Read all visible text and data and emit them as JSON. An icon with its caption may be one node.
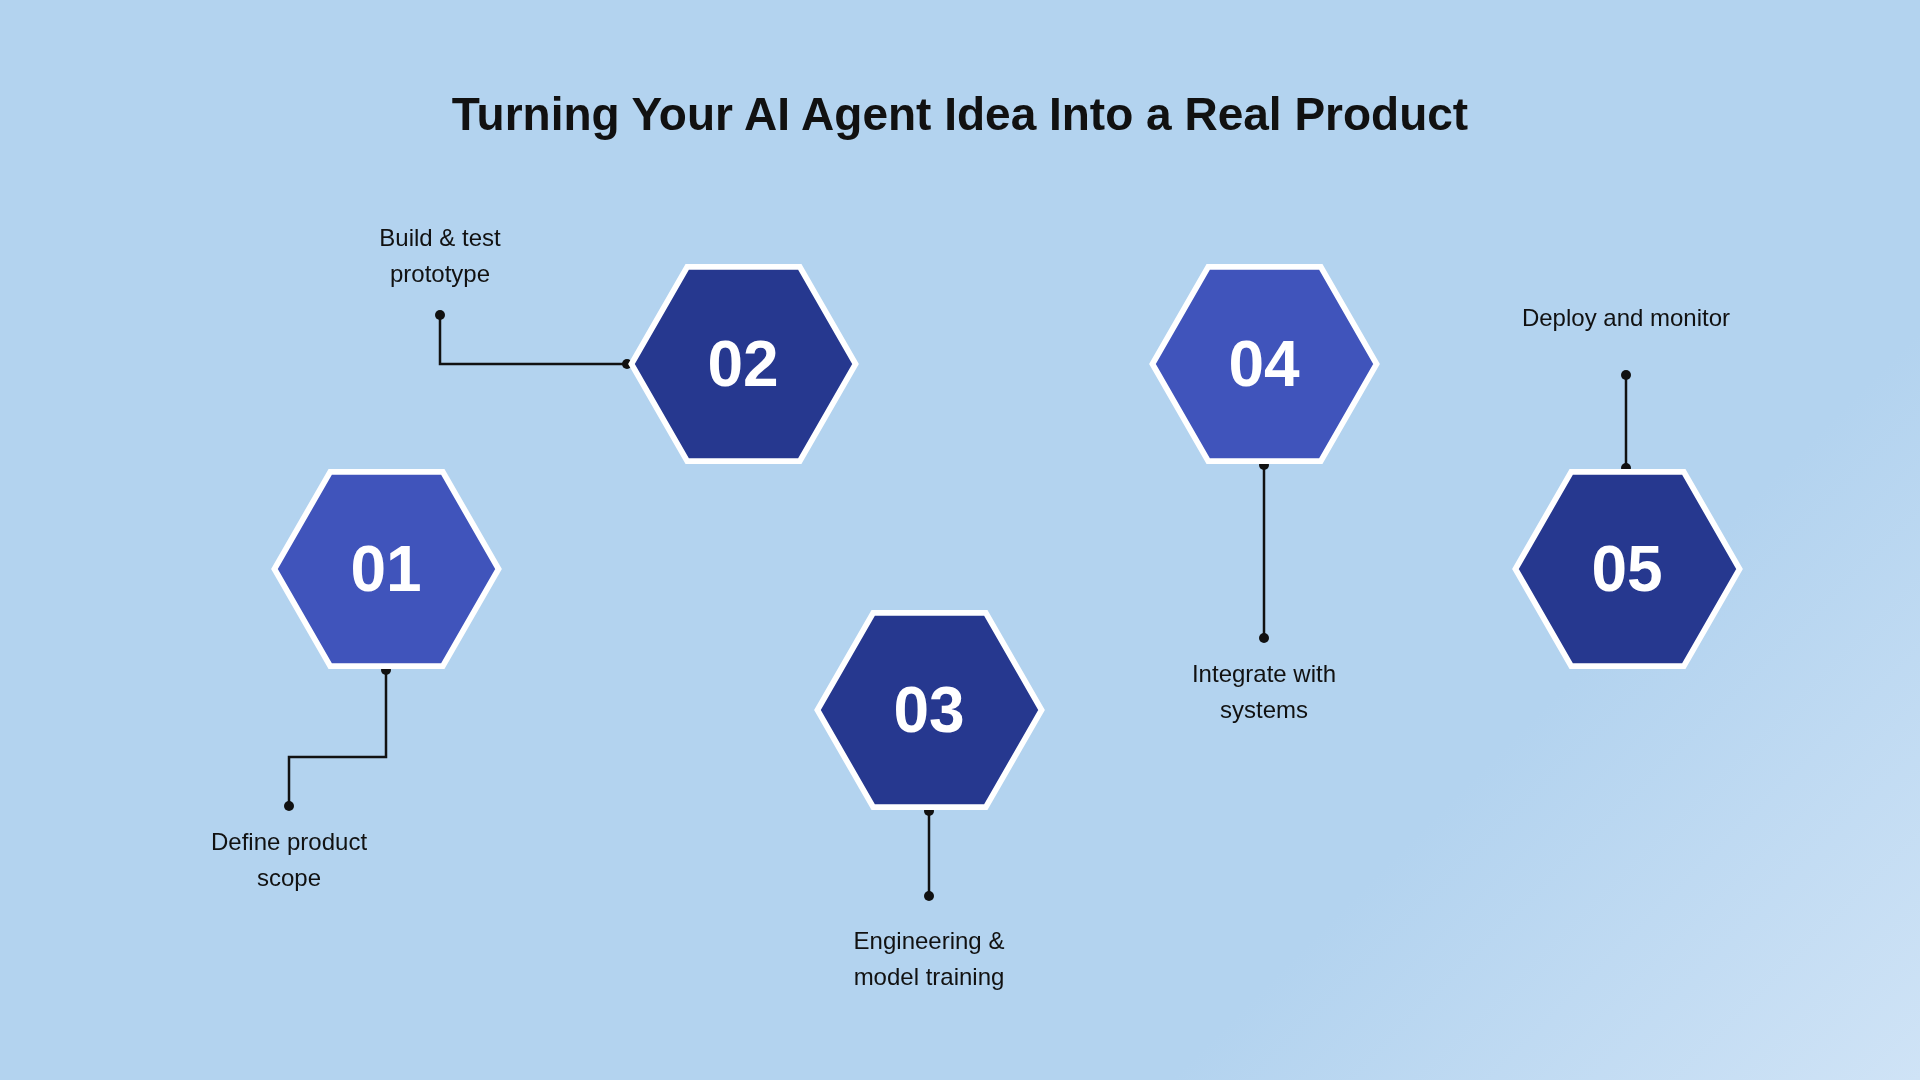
{
  "diagram": {
    "title": "Turning Your AI Agent Idea Into a Real Product",
    "nodes": [
      {
        "text": [
          "01"
        ]
      },
      {
        "text": [
          "Define product scope"
        ]
      },
      {
        "text": [
          "02"
        ]
      },
      {
        "text": [
          "Build & test prototype"
        ]
      },
      {
        "text": [
          "03"
        ]
      },
      {
        "text": [
          "Engineering & model training"
        ]
      },
      {
        "text": [
          "04"
        ]
      },
      {
        "text": [
          "Integrate with systems"
        ]
      },
      {
        "text": [
          "05"
        ]
      },
      {
        "text": [
          "Deploy and monitor"
        ]
      }
    ],
    "edges": [
      {
        "from": 1,
        "to": 0,
        "arrow": "other"
      },
      {
        "from": 3,
        "to": 2,
        "arrow": "other"
      },
      {
        "from": 5,
        "to": 4,
        "arrow": "other"
      },
      {
        "from": 7,
        "to": 6,
        "arrow": "other"
      },
      {
        "from": 9,
        "to": 8,
        "arrow": "other"
      }
    ]
  }
}
